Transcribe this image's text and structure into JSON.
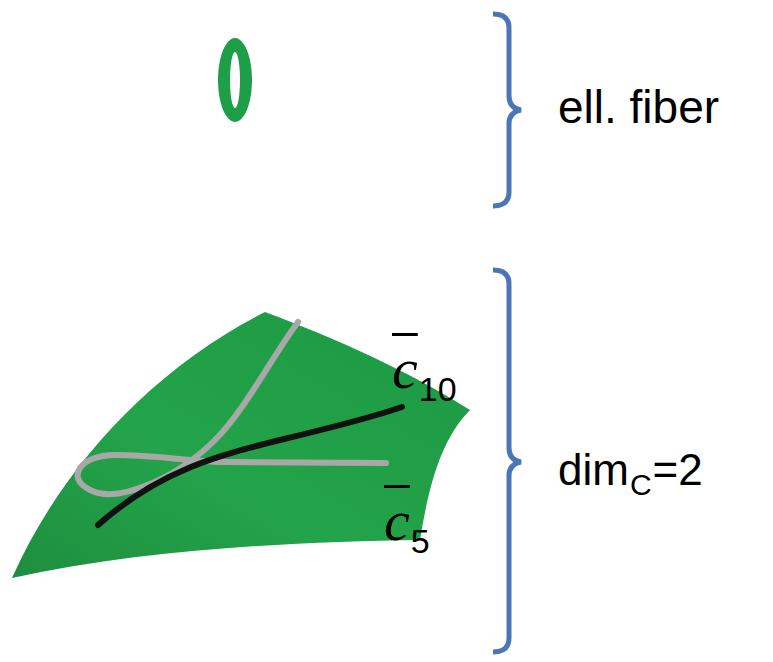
{
  "diagram": {
    "labels": [
      "ell. fiber",
      "dim",
      "C",
      "=2",
      "c",
      "10",
      "c",
      "5"
    ]
  }
}
